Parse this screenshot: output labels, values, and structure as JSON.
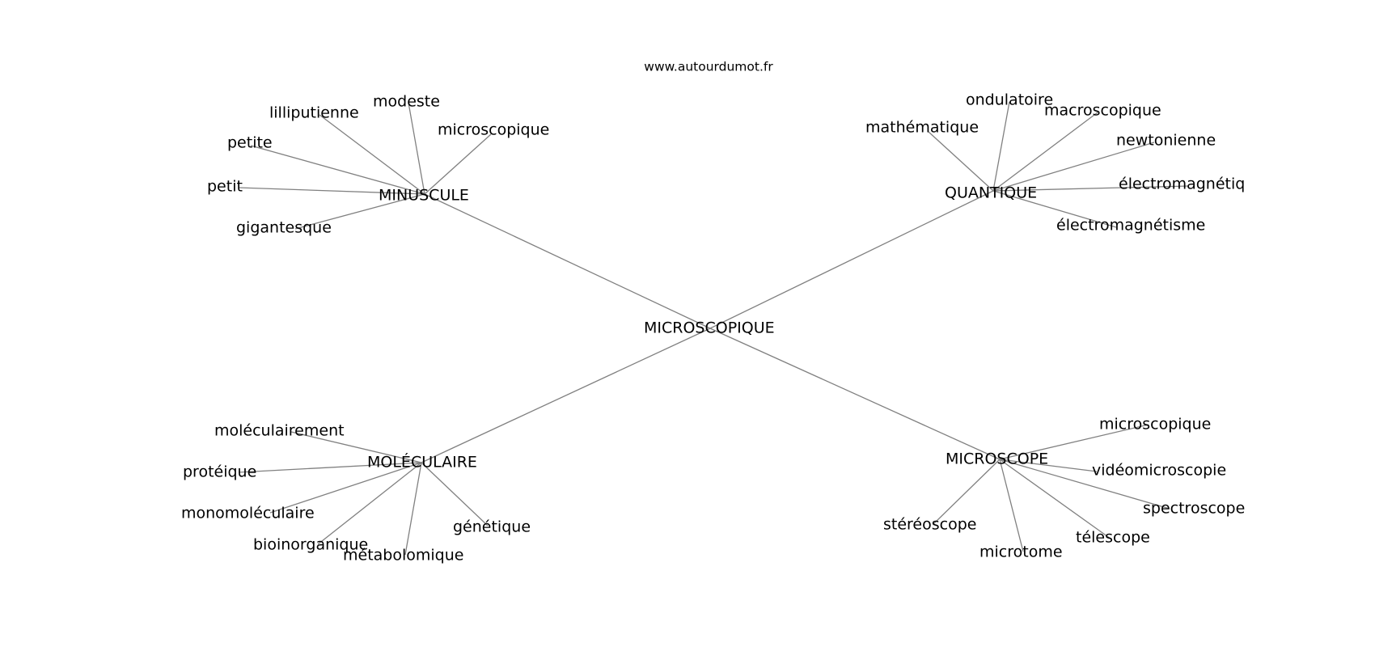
{
  "source_label": "www.autourdumot.fr",
  "center": {
    "id": "c",
    "label": "MICROSCOPIQUE"
  },
  "clusters": [
    {
      "id": "minuscule",
      "label": "MINUSCULE",
      "leaves": [
        "lilliputienne",
        "modeste",
        "microscopique",
        "petite",
        "petit",
        "gigantesque"
      ]
    },
    {
      "id": "quantique",
      "label": "QUANTIQUE",
      "leaves": [
        "ondulatoire",
        "macroscopique",
        "mathématique",
        "newtonienne",
        "électromagnétique",
        "électromagnétisme"
      ]
    },
    {
      "id": "moleculaire",
      "label": "MOLÉCULAIRE",
      "leaves": [
        "moléculairement",
        "protéique",
        "monomoléculaire",
        "bioinorganique",
        "métabolomique",
        "génétique"
      ]
    },
    {
      "id": "microscope",
      "label": "MICROSCOPE",
      "leaves": [
        "microscopique",
        "vidéomicroscopie",
        "spectroscope",
        "télescope",
        "microtome",
        "stéréoscope"
      ]
    }
  ]
}
